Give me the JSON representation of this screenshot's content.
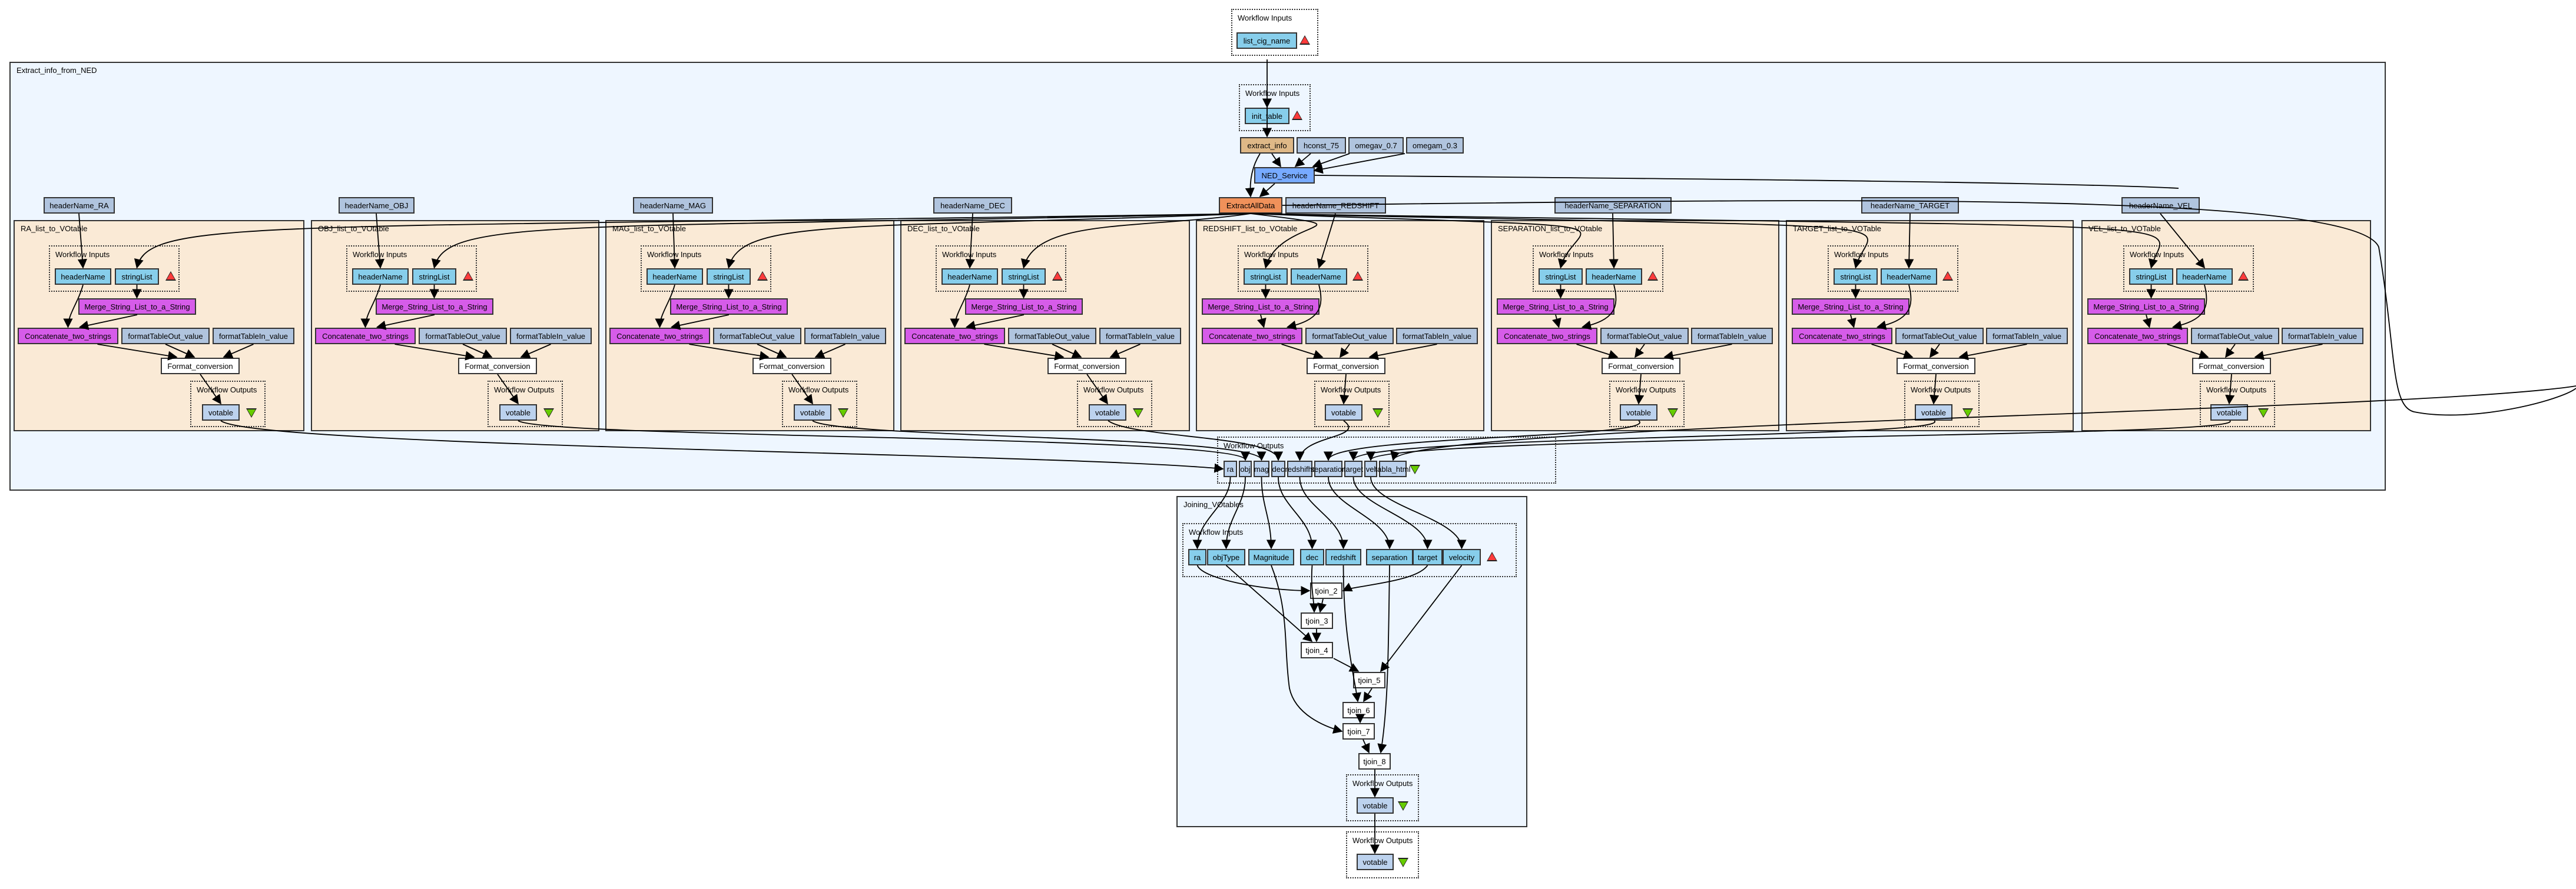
{
  "diagram": {
    "type": "taverna-workflow",
    "top_inputs": {
      "label": "Workflow Inputs",
      "ports": [
        "list_cig_name"
      ]
    },
    "main_workflow": {
      "title": "Extract_info_from_NED",
      "inputs": {
        "label": "Workflow Inputs",
        "ports": [
          "init_table"
        ]
      },
      "processors": {
        "extract_info": "extract_info",
        "hconst": "hconst_75",
        "omegav": "omegav_0.7",
        "omegam": "omegam_0.3",
        "ned_service": "NED_Service",
        "extract_all": "ExtractAllData"
      },
      "header_constants": [
        "headerName_RA",
        "headerName_OBJ",
        "headerName_MAG",
        "headerName_DEC",
        "headerName_REDSHIFT",
        "headerName_SEPARATION",
        "headerName_TARGET",
        "headerName_VEL"
      ],
      "subworkflows": [
        {
          "title": "RA_list_to_VOtable",
          "layout": "A",
          "inputs": [
            "headerName",
            "stringList"
          ]
        },
        {
          "title": "OBJ_list_to_VOtable",
          "layout": "A",
          "inputs": [
            "headerName",
            "stringList"
          ]
        },
        {
          "title": "MAG_list_to_VOtable",
          "layout": "A",
          "inputs": [
            "headerName",
            "stringList"
          ]
        },
        {
          "title": "DEC_list_to_VOtable",
          "layout": "A",
          "inputs": [
            "headerName",
            "stringList"
          ]
        },
        {
          "title": "REDSHIFT_list_to_VOtable",
          "layout": "B",
          "inputs": [
            "stringList",
            "headerName"
          ]
        },
        {
          "title": "SEPARATION_list_to_VOtable",
          "layout": "B",
          "inputs": [
            "stringList",
            "headerName"
          ]
        },
        {
          "title": "TARGET_list_to_VOTable",
          "layout": "B",
          "inputs": [
            "stringList",
            "headerName"
          ]
        },
        {
          "title": "VEL_list_to_VOTable",
          "layout": "B",
          "inputs": [
            "stringList",
            "headerName"
          ]
        }
      ],
      "subworkflow_common": {
        "inputs_label": "Workflow Inputs",
        "outputs_label": "Workflow Outputs",
        "merge": "Merge_String_List_to_a_String",
        "concat": "Concatenate_two_strings",
        "format_out": "formatTableOut_value",
        "format_in": "formatTableIn_value",
        "format_conversion": "Format_conversion",
        "output": "votable"
      },
      "outputs": {
        "label": "Workflow Outputs",
        "ports": [
          "ra",
          "obj",
          "mag",
          "dec",
          "redshifht",
          "separation",
          "target",
          "vel",
          "tabla_html"
        ]
      }
    },
    "joining_workflow": {
      "title": "Joining_VOtables",
      "inputs": {
        "label": "Workflow Inputs",
        "ports": [
          "ra",
          "objType",
          "Magnitude",
          "dec",
          "redshift",
          "separation",
          "target",
          "velocity"
        ]
      },
      "joins": [
        "tjoin_2",
        "tjoin_3",
        "tjoin_4",
        "tjoin_5",
        "tjoin_6",
        "tjoin_7",
        "tjoin_8"
      ],
      "outputs": {
        "label": "Workflow Outputs",
        "ports": [
          "votable"
        ]
      }
    },
    "final_outputs": {
      "label": "Workflow Outputs",
      "ports": [
        "votable"
      ]
    },
    "colors": {
      "workflow_input": "#87ceeb",
      "constant": "#b0c4de",
      "workflow_output": "#bcd2ee",
      "beanshell": "#d65ce9",
      "local_worker": "#ffffff",
      "wsdl_service": "#77aaff",
      "extract_info": "#deb887",
      "extract_all": "#f0915a",
      "nested_bg_blue": "#eef6ff",
      "nested_bg_peach": "#faead6",
      "input_marker": "#ff3b3b",
      "output_marker": "#66cc00"
    }
  }
}
